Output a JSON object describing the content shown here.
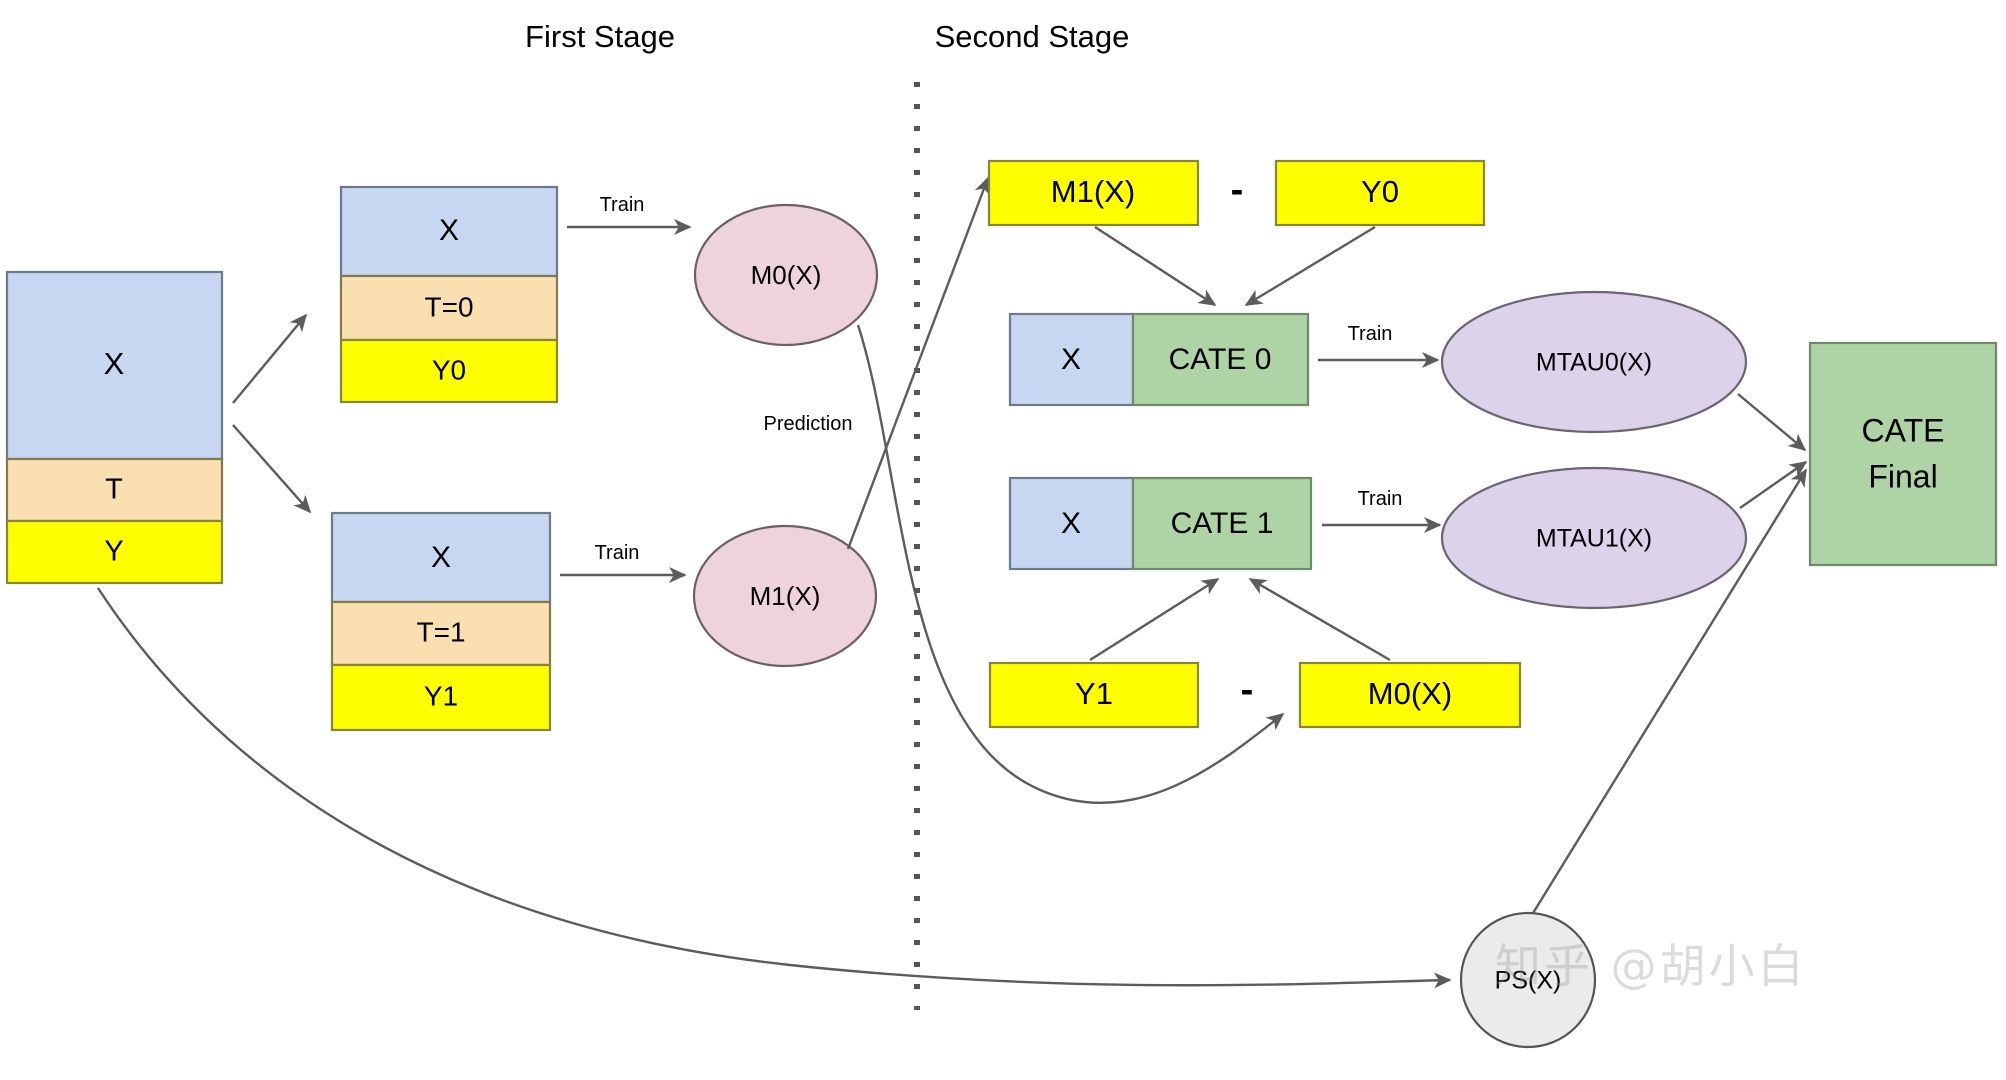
{
  "diagram": {
    "title_first_stage": "First Stage",
    "title_second_stage": "Second Stage",
    "colors": {
      "blue": "#c7d7f2",
      "orange": "#fadfb1",
      "yellow": "#ffff00",
      "green": "#aed3a5",
      "pink": "#eed3dd",
      "purple": "#dcd2e9",
      "gray": "#ebebeb",
      "stroke": "#5c5c5c"
    },
    "source_table": {
      "rows": [
        {
          "label": "X",
          "color": "blue"
        },
        {
          "label": "T",
          "color": "orange"
        },
        {
          "label": "Y",
          "color": "yellow"
        }
      ]
    },
    "control_table": {
      "rows": [
        {
          "label": "X",
          "color": "blue"
        },
        {
          "label": "T=0",
          "color": "orange"
        },
        {
          "label": "Y0",
          "color": "yellow"
        }
      ]
    },
    "treated_table": {
      "rows": [
        {
          "label": "X",
          "color": "blue"
        },
        {
          "label": "T=1",
          "color": "orange"
        },
        {
          "label": "Y1",
          "color": "yellow"
        }
      ]
    },
    "models": {
      "m0": "M0(X)",
      "m1": "M1(X)",
      "mtau0": "MTAU0(X)",
      "mtau1": "MTAU1(X)",
      "ps": "PS(X)"
    },
    "edge_labels": {
      "train_m0": "Train",
      "train_m1": "Train",
      "prediction": "Prediction",
      "train_mtau0": "Train",
      "train_mtau1": "Train"
    },
    "operators": {
      "minus_top": "-",
      "minus_bottom": "-"
    },
    "second_stage": {
      "top_row": {
        "left": "M1(X)",
        "right": "Y0"
      },
      "bottom_row": {
        "left": "Y1",
        "right": "M0(X)"
      },
      "cate0": {
        "x_label": "X",
        "value_label": "CATE 0"
      },
      "cate1": {
        "x_label": "X",
        "value_label": "CATE 1"
      }
    },
    "final": {
      "line1": "CATE",
      "line2": "Final"
    },
    "watermark": "知乎 @胡小白"
  }
}
